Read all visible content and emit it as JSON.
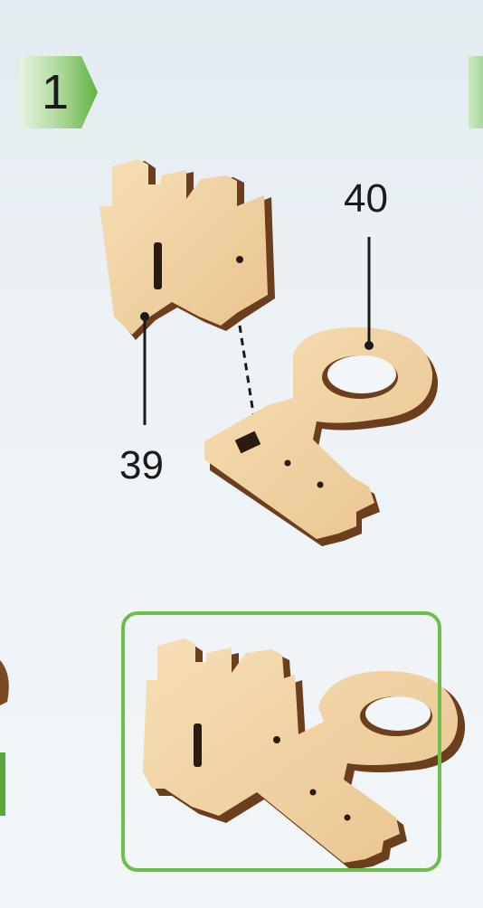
{
  "step": {
    "number": "1"
  },
  "callouts": {
    "part_a": "40",
    "part_b": "39"
  },
  "colors": {
    "step_badge": "#7dc461",
    "frame": "#6cbf4a",
    "wood_light": "#f1d3a4",
    "wood_edge": "#6b3e1e"
  },
  "icons": {
    "step_arrow": "chevron-right"
  }
}
